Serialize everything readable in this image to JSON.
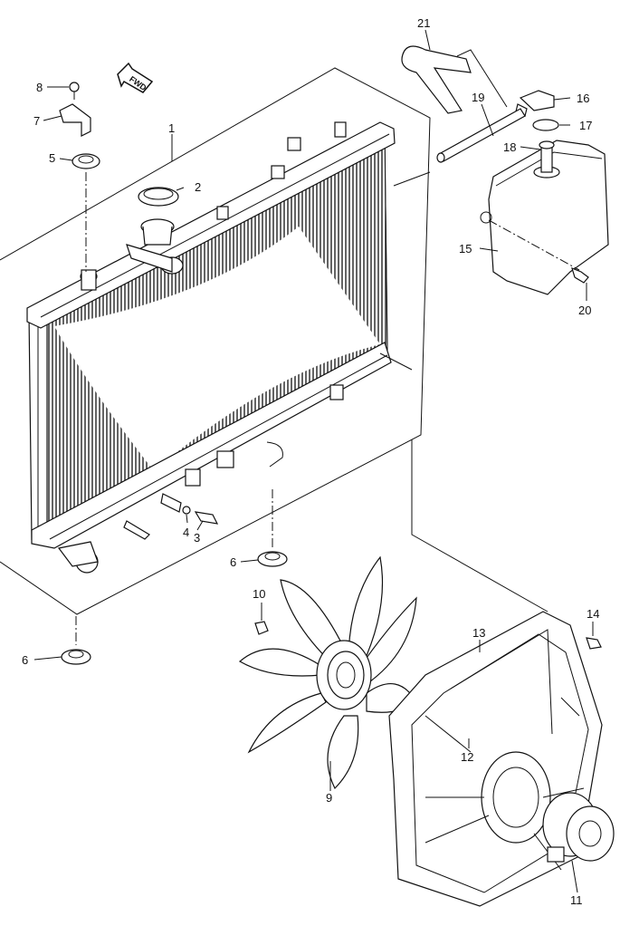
{
  "diagram": {
    "direction_marker": "FWD",
    "labels": {
      "p1": "1",
      "p2": "2",
      "p3": "3",
      "p4": "4",
      "p5": "5",
      "p6a": "6",
      "p6b": "6",
      "p7": "7",
      "p8": "8",
      "p9": "9",
      "p10": "10",
      "p11": "11",
      "p12": "12",
      "p13": "13",
      "p14": "14",
      "p15": "15",
      "p16": "16",
      "p17": "17",
      "p18": "18",
      "p19": "19",
      "p20": "20",
      "p21": "21"
    }
  }
}
